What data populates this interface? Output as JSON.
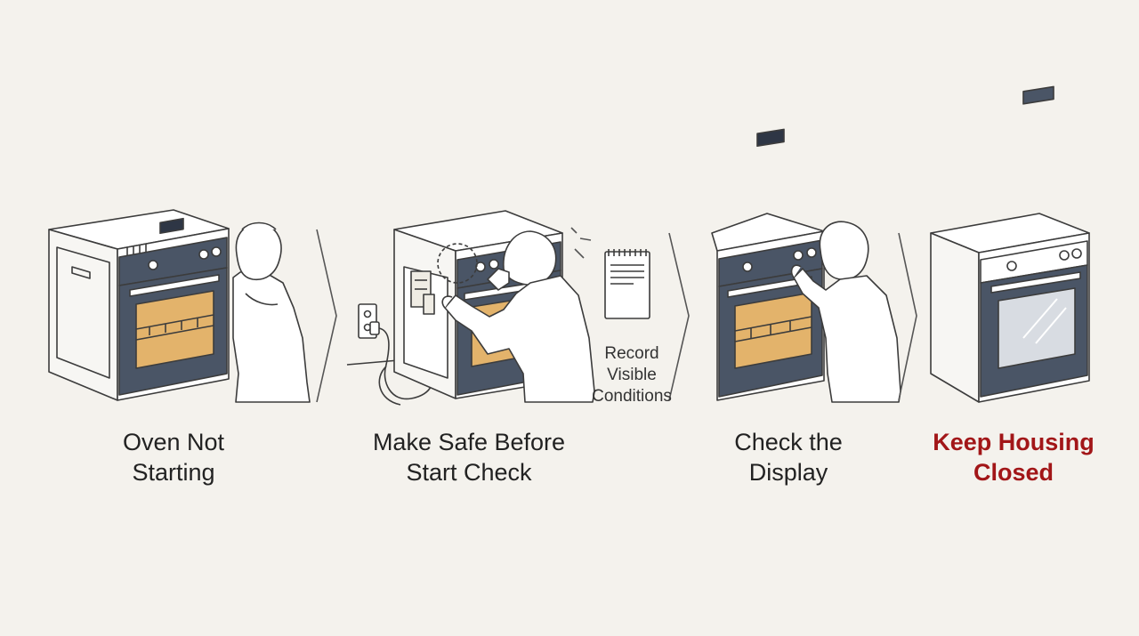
{
  "steps": [
    {
      "label_line1": "Oven Not",
      "label_line2": "Starting"
    },
    {
      "label_line1": "Make Safe Before",
      "label_line2": "Start Check"
    },
    {
      "label_line1": "Check the",
      "label_line2": "Display"
    },
    {
      "label_line1": "Keep Housing",
      "label_line2": "Closed"
    }
  ],
  "note": {
    "line1": "Record",
    "line2": "Visible",
    "line3": "Conditions"
  },
  "colors": {
    "background": "#f4f2ed",
    "oven_panel": "#4a5566",
    "oven_interior": "#e3b36b",
    "warning_text": "#a21618",
    "line": "#3c3c3c"
  },
  "icons": [
    "oven-icon",
    "person-icon",
    "power-outlet-icon",
    "plug-cord-icon",
    "notepad-icon",
    "chevron-right-icon"
  ]
}
